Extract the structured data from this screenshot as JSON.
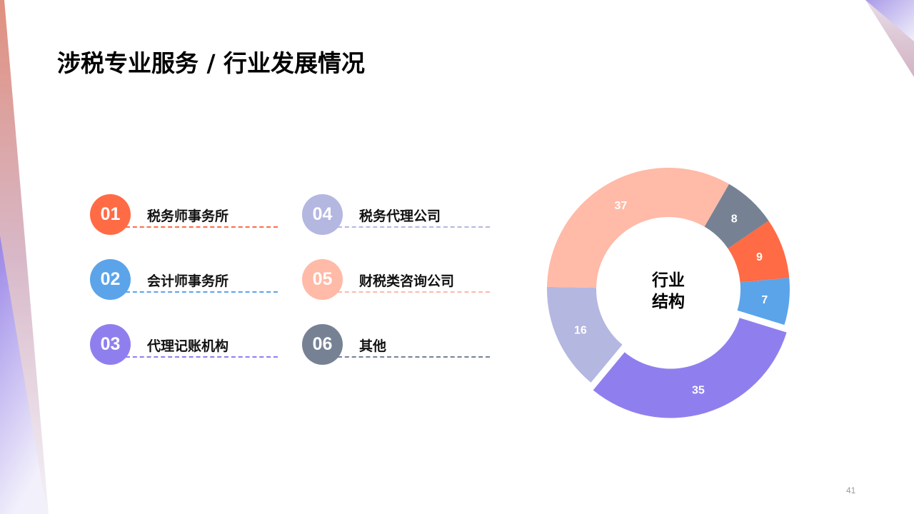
{
  "title": "涉税专业服务 / 行业发展情况",
  "page_number": "41",
  "legend": [
    {
      "num": "01",
      "label": "税务师事务所",
      "color": "#FF6B45"
    },
    {
      "num": "02",
      "label": "会计师事务所",
      "color": "#5BA4EA"
    },
    {
      "num": "03",
      "label": "代理记账机构",
      "color": "#8F7FEE"
    },
    {
      "num": "04",
      "label": "税务代理公司",
      "color": "#B4B7E0"
    },
    {
      "num": "05",
      "label": "财税类咨询公司",
      "color": "#FFBAA8"
    },
    {
      "num": "06",
      "label": "其他",
      "color": "#768294"
    }
  ],
  "chart_data": {
    "type": "pie",
    "variant": "donut",
    "center_label": [
      "行业",
      "结构"
    ],
    "start_angle_deg": 30,
    "slices": [
      {
        "name": "其他",
        "value": 8,
        "color": "#768294"
      },
      {
        "name": "税务师事务所",
        "value": 9,
        "color": "#FF6B45"
      },
      {
        "name": "会计师事务所",
        "value": 7,
        "color": "#5BA4EA"
      },
      {
        "name": "代理记账机构",
        "value": 35,
        "color": "#8F7FEE",
        "exploded": true
      },
      {
        "name": "税务代理公司",
        "value": 16,
        "color": "#B4B7E0"
      },
      {
        "name": "财税类咨询公司",
        "value": 37,
        "color": "#FFBAA8"
      }
    ]
  }
}
